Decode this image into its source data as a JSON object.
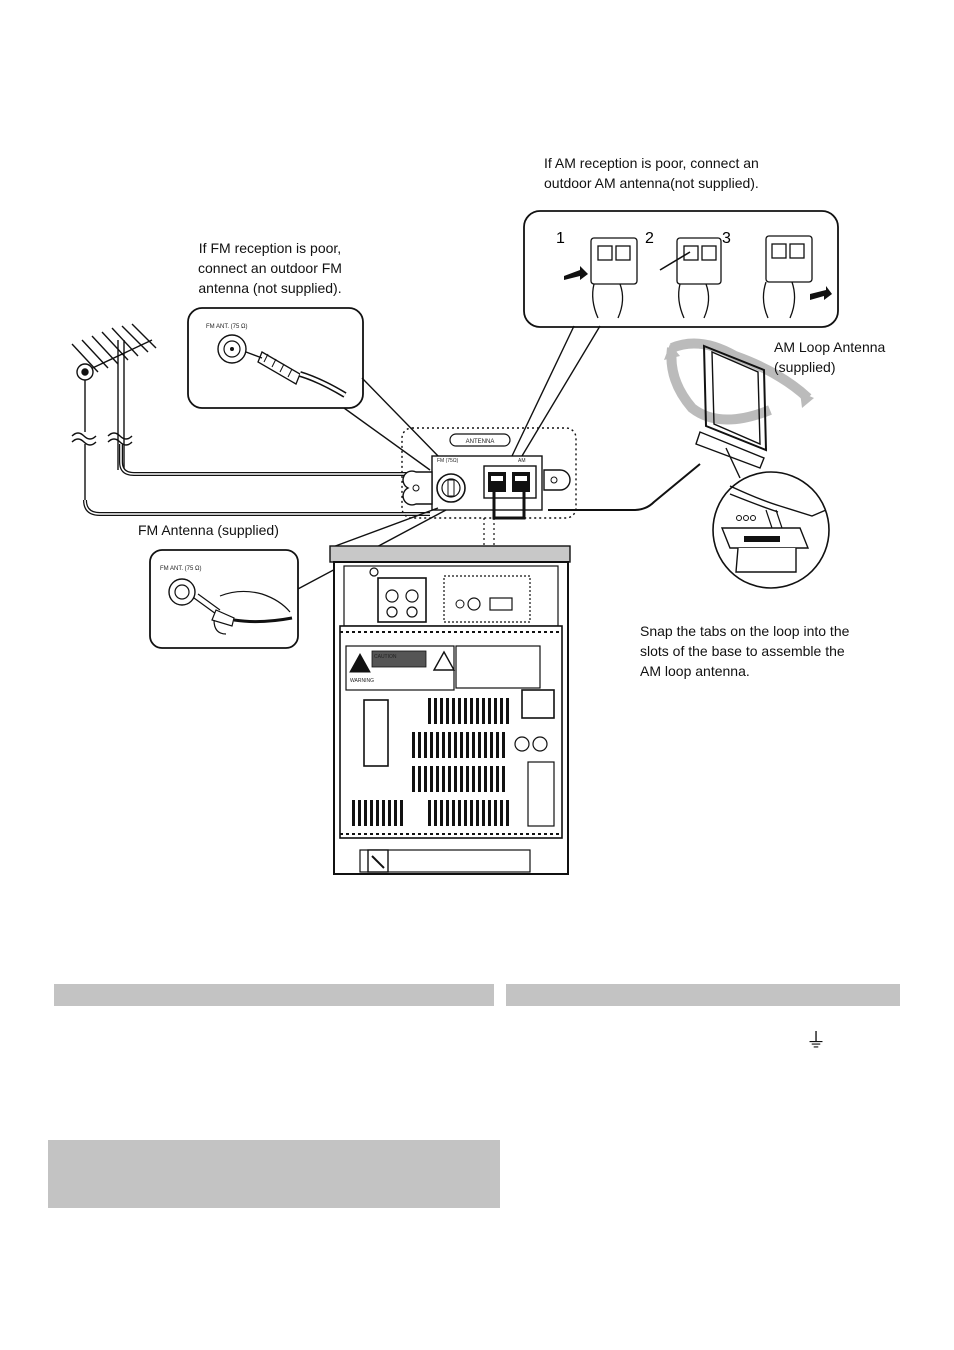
{
  "captions": {
    "am_poor": "If AM reception is poor, connect an\noutdoor AM antenna(not supplied).",
    "fm_poor": "If FM reception is poor,\nconnect an outdoor FM\nantenna  (not supplied).",
    "am_loop": "AM Loop Antenna\n(supplied)",
    "fm_supplied": "FM Antenna (supplied)",
    "snap": "Snap the tabs on the loop into the\nslots of the base to assemble the\nAM loop antenna."
  },
  "steps": [
    "1",
    "2",
    "3"
  ],
  "panel_labels": {
    "fm_ant_top": "FM ANT. (75 Ω)",
    "fm_ant_bottom": "FM ANT. (75 Ω)",
    "antenna": "ANTENNA",
    "fm_jack": "FM (75Ω)",
    "am_jack": "AM",
    "caution": "CAUTION",
    "warning": "WARNING"
  },
  "ground_symbol": "⏚"
}
